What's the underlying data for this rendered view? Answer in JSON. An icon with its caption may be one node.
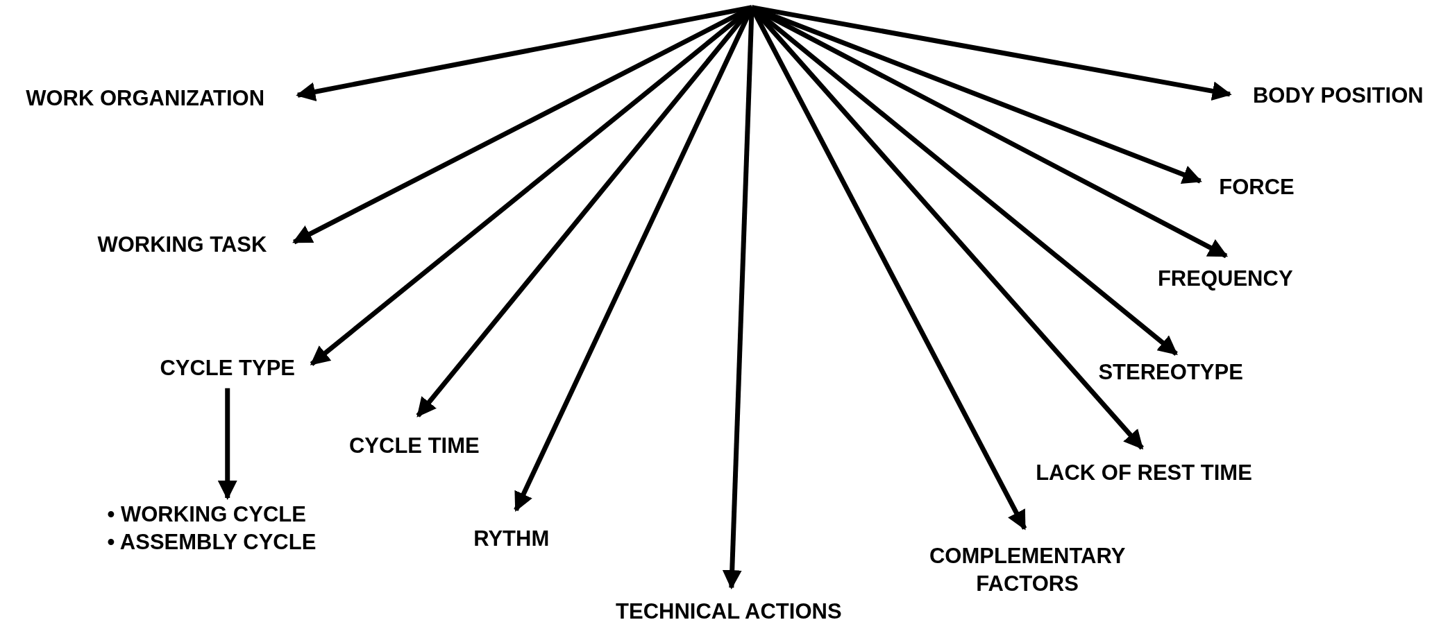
{
  "diagram": {
    "nodes": [
      {
        "text": [
          "WORK ORGANIZATION"
        ]
      },
      {
        "text": [
          "WORKING TASK"
        ]
      },
      {
        "text": [
          "CYCLE TYPE"
        ]
      },
      {
        "text": [
          "• WORKING CYCLE",
          "• ASSEMBLY CYCLE"
        ]
      },
      {
        "text": [
          "CYCLE TIME"
        ]
      },
      {
        "text": [
          "RYTHM"
        ]
      },
      {
        "text": [
          "TECHNICAL ACTIONS"
        ]
      },
      {
        "text": [
          "COMPLEMENTARY FACTORS"
        ]
      },
      {
        "text": [
          "LACK OF REST TIME"
        ]
      },
      {
        "text": [
          "STEREOTYPE"
        ]
      },
      {
        "text": [
          "FREQUENCY"
        ]
      },
      {
        "text": [
          "FORCE"
        ]
      },
      {
        "text": [
          "BODY POSITION"
        ]
      }
    ],
    "edges": [
      {
        "from": null,
        "to": 0,
        "arrow": "to"
      },
      {
        "from": null,
        "to": 1,
        "arrow": "to"
      },
      {
        "from": null,
        "to": 2,
        "arrow": "to"
      },
      {
        "from": 2,
        "to": 3,
        "arrow": "to"
      },
      {
        "from": null,
        "to": 4,
        "arrow": "to"
      },
      {
        "from": null,
        "to": 5,
        "arrow": "to"
      },
      {
        "from": null,
        "to": 6,
        "arrow": "to"
      },
      {
        "from": null,
        "to": 7,
        "arrow": "to"
      },
      {
        "from": null,
        "to": 8,
        "arrow": "to"
      },
      {
        "from": null,
        "to": 9,
        "arrow": "to"
      },
      {
        "from": null,
        "to": 10,
        "arrow": "to"
      },
      {
        "from": null,
        "to": 11,
        "arrow": "to"
      },
      {
        "from": null,
        "to": 12,
        "arrow": "to"
      }
    ]
  }
}
